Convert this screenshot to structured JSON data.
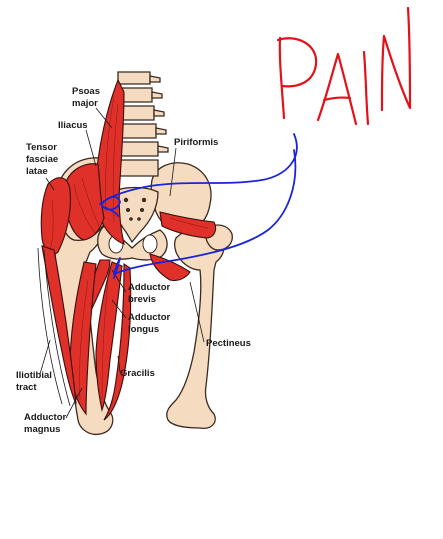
{
  "annotation": {
    "handwritten_word": "PAIN",
    "ink_colors": {
      "word": "#e3121a",
      "scribble": "#1c24d8"
    }
  },
  "colors": {
    "muscle": "#e0302a",
    "bone": "#f5dcc0",
    "outline": "#3a2a20"
  },
  "labels": {
    "psoas_major": [
      "Psoas",
      "major"
    ],
    "iliacus": [
      "Iliacus"
    ],
    "tensor_fasciae_latae": [
      "Tensor",
      "fasciae",
      "latae"
    ],
    "piriformis": [
      "Piriformis"
    ],
    "adductor_brevis": [
      "Adductor",
      "brevis"
    ],
    "adductor_longus": [
      "Adductor",
      "longus"
    ],
    "pectineus": [
      "Pectineus"
    ],
    "iliotibial_tract": [
      "Iliotibial",
      "tract"
    ],
    "gracilis": [
      "Gracilis"
    ],
    "adductor_magnus": [
      "Adductor",
      "magnus"
    ]
  }
}
